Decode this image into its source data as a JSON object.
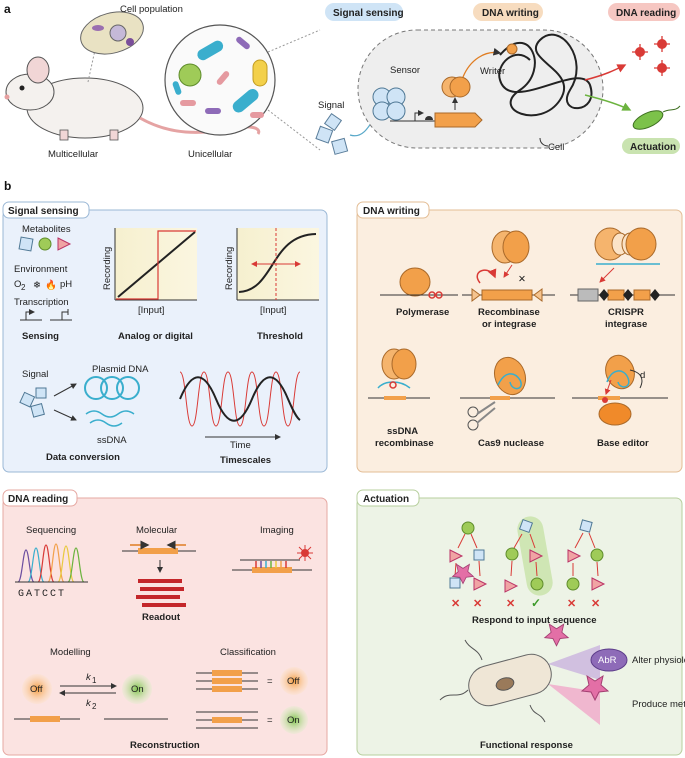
{
  "panel_a": {
    "letter": "a",
    "cell_population": "Cell population",
    "multicellular": "Multicellular",
    "unicellular": "Unicellular",
    "signal": "Signal",
    "sensor": "Sensor",
    "writer": "Writer",
    "cell": "Cell",
    "tab_sensing": "Signal sensing",
    "tab_writing": "DNA writing",
    "tab_reading": "DNA reading",
    "actuation": "Actuation"
  },
  "panel_b": {
    "letter": "b",
    "sensing": {
      "header": "Signal sensing",
      "metabolites": "Metabolites",
      "environment": "Environment",
      "o2": "O",
      "o2_sub": "2",
      "ph": "pH",
      "transcription": "Transcription",
      "sensing": "Sensing",
      "recording": "Recording",
      "input": "[Input]",
      "analog_digital": "Analog or digital",
      "threshold": "Threshold",
      "signal": "Signal",
      "plasmid": "Plasmid DNA",
      "ssdna": "ssDNA",
      "data_conversion": "Data conversion",
      "time": "Time",
      "timescales": "Timescales"
    },
    "writing": {
      "header": "DNA writing",
      "polymerase": "Polymerase",
      "recombinase_1": "Recombinase",
      "recombinase_2": "or integrase",
      "crispr_1": "CRISPR",
      "crispr_2": "integrase",
      "ssdna_1": "ssDNA",
      "ssdna_2": "recombinase",
      "cas9": "Cas9 nuclease",
      "base_editor": "Base editor",
      "d_label": "d"
    },
    "reading": {
      "header": "DNA reading",
      "sequencing": "Sequencing",
      "sequence": "GATCCT",
      "molecular": "Molecular",
      "imaging": "Imaging",
      "readout": "Readout",
      "modelling": "Modelling",
      "classification": "Classification",
      "off": "Off",
      "on": "On",
      "k1": "k",
      "k1_sub": "1",
      "k2": "k",
      "k2_sub": "2",
      "eq": "=",
      "reconstruction": "Reconstruction"
    },
    "actuation": {
      "header": "Actuation",
      "respond": "Respond to input sequence",
      "abr": "AbR",
      "alter": "Alter physiology",
      "produce": "Produce metabolite",
      "functional": "Functional response"
    }
  },
  "colors": {
    "sensing_bg": "#eaf1fb",
    "writing_bg": "#fbeee0",
    "reading_bg": "#fbe3e1",
    "actuation_bg": "#edf3e6",
    "orange": "#f2a04a",
    "blue": "#3aaecd",
    "red": "#d93a36",
    "green": "#6cb33f"
  }
}
